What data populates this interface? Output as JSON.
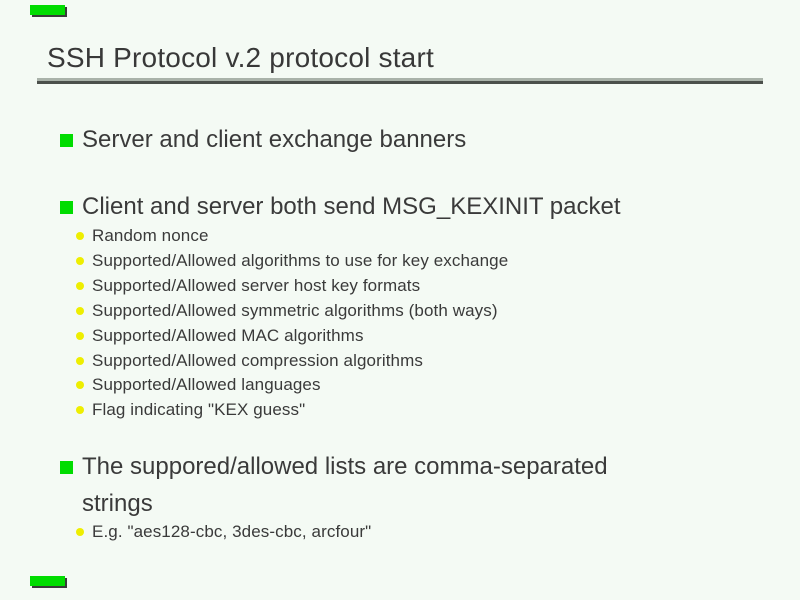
{
  "slide": {
    "title": "SSH Protocol v.2 protocol start",
    "bullets": [
      {
        "label": "Server and client exchange banners"
      },
      {
        "label": "Client and server both send MSG_KEXINIT packet",
        "sub_items": [
          "Random nonce",
          "Supported/Allowed algorithms to use for key exchange",
          "Supported/Allowed server host key formats",
          "Supported/Allowed symmetric algorithms (both ways)",
          "Supported/Allowed MAC algorithms",
          "Supported/Allowed compression algorithms",
          "Supported/Allowed languages",
          "Flag indicating \"KEX guess\""
        ]
      },
      {
        "label_line1": "The suppored/allowed lists are comma-separated",
        "label_line2": "strings",
        "sub_items": [
          "E.g. \"aes128-cbc, 3des-cbc, arcfour\""
        ]
      }
    ],
    "colors": {
      "background": "#f4faf4",
      "text": "#3a3a3a",
      "bullet_green": "#00dc00",
      "bullet_yellow": "#eeee00",
      "rule_light": "#a9b2a9",
      "rule_dark": "#4b504b",
      "corner_marker_green": "#00dc00"
    }
  }
}
